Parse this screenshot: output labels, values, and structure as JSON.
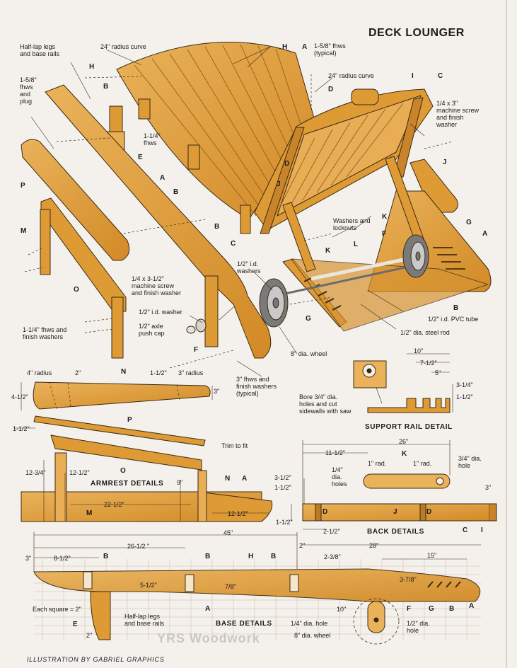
{
  "title": "DECK LOUNGER",
  "credit": "ILLUSTRATION BY GABRIEL GRAPHICS",
  "watermark": "YRS Woodwork",
  "colors": {
    "wood": "#d9952e",
    "wood_light": "#eab25a",
    "wood_dark": "#a86a1c",
    "line": "#3b2a14",
    "paper": "#f4f1ec"
  },
  "exploded": {
    "notes": {
      "half_lap": "Half-lap legs\nand base rails",
      "radius_curve_top": "24\" radius curve",
      "fhws_plug": "1-5/8\"\nfhws\nand\nplug",
      "fhws_typical": "1-5/8\" fhws\n(typical)",
      "radius_curve_mid": "24\" radius curve",
      "machine_screw": "1/4 x 3\"\nmachine screw\nand finish\nwasher",
      "fhws_114": "1-1/4\"\nfhws",
      "washers_locknuts": "Washers and\nlocknuts",
      "id_washers": "1/2\" i.d.\nwashers",
      "machine_screw_312": "1/4 x 3-1/2\"\nmachine screw\nand finish washer",
      "id_washer": "1/2\" i.d. washer",
      "axle_cap": "1/2\" axle\npush cap",
      "fhws_finish": "1-1/4\" fhws and\nfinish washers",
      "pvc_tube": "1/2\" i.d. PVC tube",
      "steel_rod": "1/2\" dia. steel rod",
      "wheel": "8\" dia. wheel",
      "fhws_3": "3\" fhws and\nfinish washers\n(typical)"
    }
  },
  "armrest": {
    "title": "ARMREST DETAILS",
    "dims": {
      "radius4": "4\" radius",
      "d2": "2\"",
      "d112": "1-1/2\"",
      "radius3": "3\" radius",
      "d412": "4-1/2\"",
      "d3": "3\"",
      "d112b": "1-1/2\"",
      "trim": "Trim to fit",
      "d1234": "12-3/4\"",
      "d1212": "12-1/2\"",
      "d9": "9\"",
      "d2212": "22-1/2\"",
      "d1212b": "12-1/2\""
    }
  },
  "support": {
    "title": "SUPPORT RAIL DETAIL",
    "dims": {
      "d10": "10\"",
      "d712": "7-1/2\"",
      "d5": "5\"",
      "d314": "3-1/4\"",
      "d112": "1-1/2\"",
      "bore": "Bore 3/4\" dia.\nholes and cut\nsidewalls with saw"
    }
  },
  "back": {
    "title": "BACK DETAILS",
    "dims": {
      "d26": "26\"",
      "d1112": "11-1/2\"",
      "rad1": "1\" rad.",
      "rad2": "1\" rad.",
      "hole34": "3/4\" dia.\nhole",
      "d312": "3-1/2\"",
      "d112": "1-1/2\"",
      "holes14": "1/4\"\ndia.\nholes",
      "d3": "3\"",
      "d112b": "1-1/2\"",
      "d212": "2-1/2\""
    }
  },
  "base": {
    "title": "BASE DETAILS",
    "dims": {
      "d45": "45\"",
      "d3": "3\"",
      "d812": "8-1/2\"",
      "d2612": "26-1/2 \"",
      "d2": "2\"",
      "d28": "28\"",
      "d238": "2-3/8\"",
      "d15": "15\"",
      "d512": "5-1/2\"",
      "d78": "7/8\"",
      "d378": "3-7/8\"",
      "d10": "10\"",
      "square": "Each square = 2\"",
      "halflap": "Half-lap legs\nand base rails",
      "d2b": "2\"",
      "hole14": "1/4\" dia. hole",
      "wheel8": "8\" dia. wheel",
      "hole12": "1/2\" dia.\nhole"
    }
  },
  "letters": {
    "A": "A",
    "B": "B",
    "C": "C",
    "D": "D",
    "E": "E",
    "F": "F",
    "G": "G",
    "H": "H",
    "I": "I",
    "J": "J",
    "K": "K",
    "L": "L",
    "M": "M",
    "N": "N",
    "O": "O",
    "P": "P"
  }
}
